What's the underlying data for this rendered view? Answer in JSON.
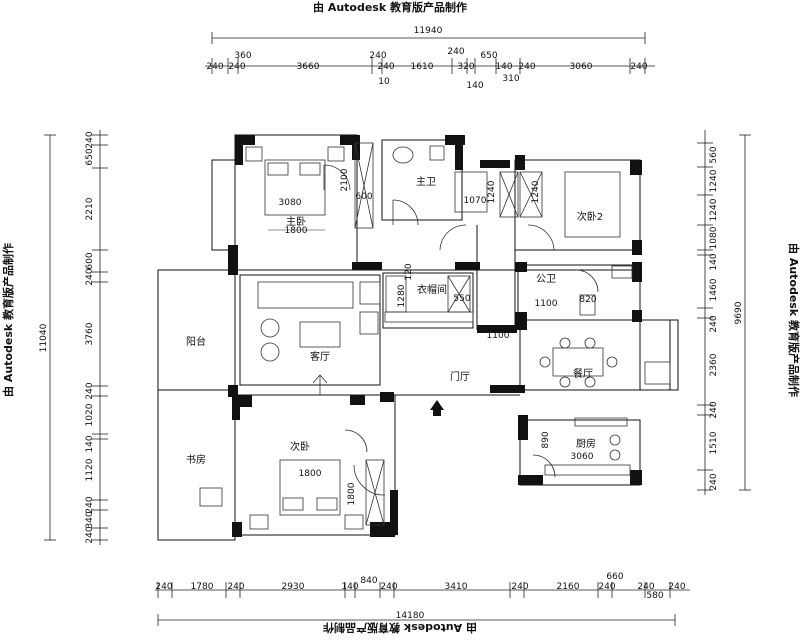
{
  "watermark": {
    "top": "由 Autodesk 教育版产品制作",
    "bottom": "由 Autodesk 教育版产品制作",
    "left": "由 Autodesk 教育版产品制作",
    "right": "由 Autodesk 教育版产品制作"
  },
  "dims": {
    "top_total": "11940",
    "top_row1": [
      "360",
      "240",
      "240",
      "650"
    ],
    "top_row2": [
      "240",
      "240",
      "3660",
      "240",
      "1610",
      "320",
      "140",
      "240",
      "3060",
      "240"
    ],
    "top_row3": [
      "10",
      "140",
      "310"
    ],
    "bottom_total": "14180",
    "bottom_row": [
      "240",
      "1780",
      "240",
      "2930",
      "140",
      "840",
      "240",
      "3410",
      "240",
      "2160",
      "240",
      "240",
      "240"
    ],
    "bottom_small": [
      "660",
      "580"
    ],
    "left_total": "11040",
    "left_row": [
      "240",
      "650",
      "2210",
      "600",
      "240",
      "3760",
      "240",
      "1020",
      "140",
      "1120",
      "240",
      "340",
      "240"
    ],
    "right_total": "9690",
    "right_row": [
      "560",
      "1240",
      "1240",
      "1080",
      "140",
      "1460",
      "240",
      "2360",
      "240",
      "1510",
      "240"
    ]
  },
  "rooms": {
    "master_bedroom": "主卧",
    "master_bath": "主卫",
    "second_bedroom_2": "次卧2",
    "living": "客厅",
    "cloakroom": "衣帽间",
    "public_bath": "公卫",
    "foyer": "门厅",
    "dining": "餐厅",
    "balcony": "阳台",
    "study": "书房",
    "second_bedroom": "次卧",
    "kitchen": "厨房"
  },
  "inner_dims": {
    "d3080": "3080",
    "d1800a": "1800",
    "d2100": "2100",
    "d600": "600",
    "d1070": "1070",
    "d1240a": "1240",
    "d1240b": "1240",
    "d1280": "1280",
    "d550": "550",
    "d1100a": "1100",
    "d820": "820",
    "d1100b": "1100",
    "d1800b": "1800",
    "d1800c": "1800",
    "d890": "890",
    "d3060": "3060",
    "d120": "120"
  }
}
